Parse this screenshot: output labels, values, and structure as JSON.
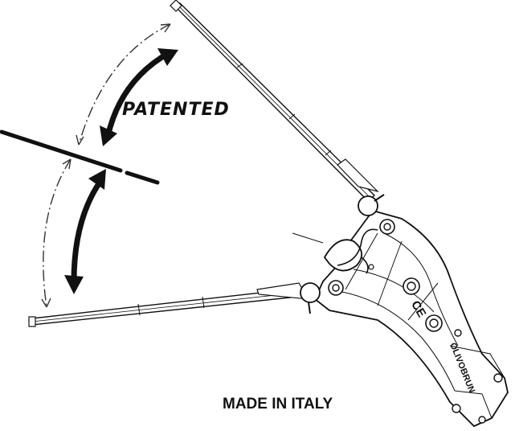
{
  "labels": {
    "patented": "PATENTED",
    "made_in": "MADE IN ITALY",
    "brand": "OLIVOBRUN",
    "ce_mark": "CE"
  },
  "colors": {
    "ink": "#111111",
    "paper": "#ffffff"
  }
}
